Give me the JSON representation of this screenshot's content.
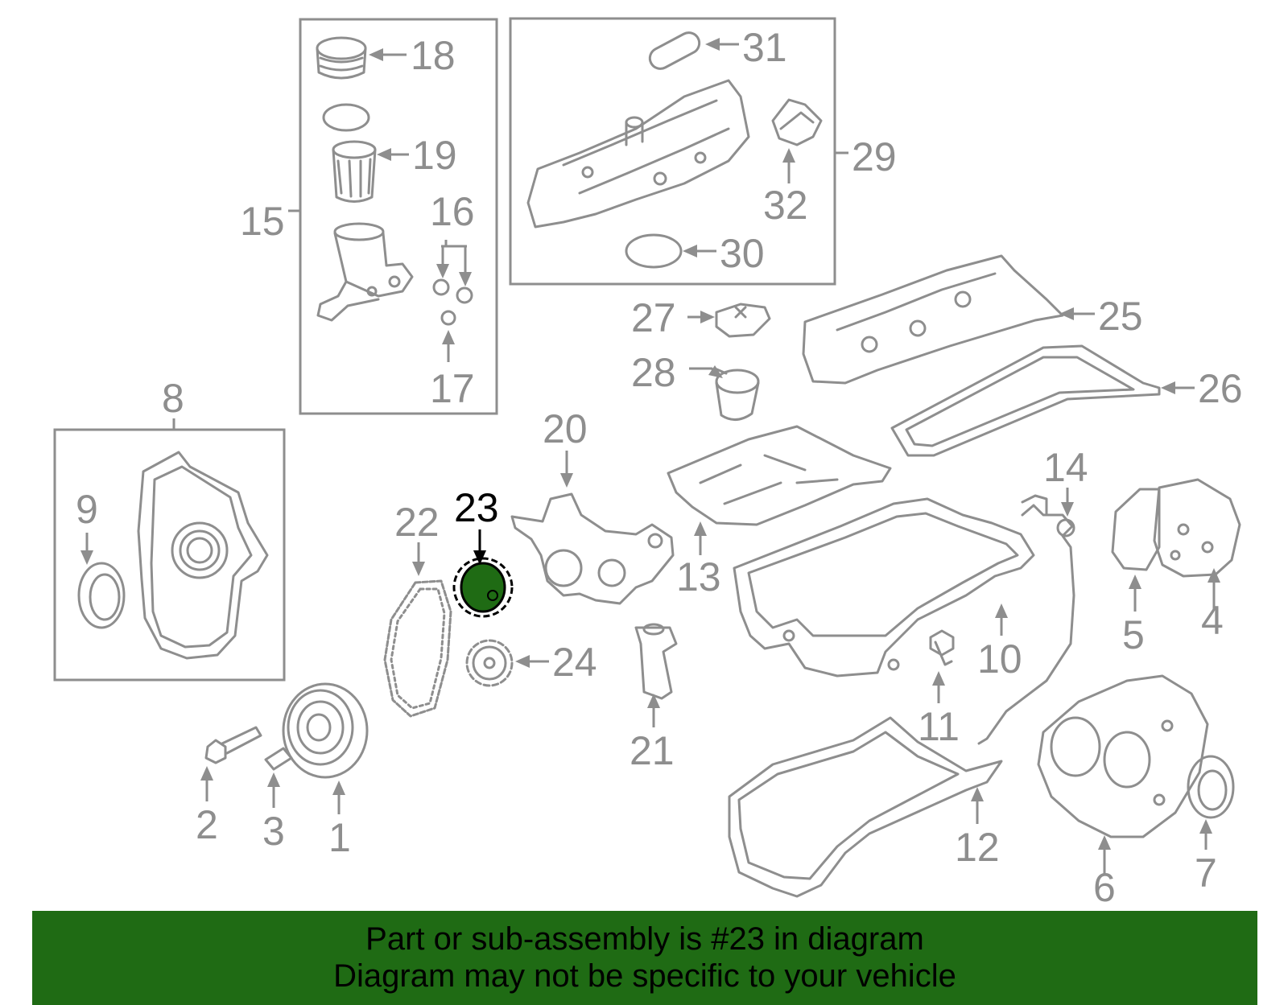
{
  "highlight": {
    "part_number": "23",
    "color": "#1f6b14"
  },
  "callouts": [
    "1",
    "2",
    "3",
    "4",
    "5",
    "6",
    "7",
    "8",
    "9",
    "10",
    "11",
    "12",
    "13",
    "14",
    "15",
    "16",
    "17",
    "18",
    "19",
    "20",
    "21",
    "22",
    "23",
    "24",
    "25",
    "26",
    "27",
    "28",
    "29",
    "30",
    "31",
    "32"
  ],
  "banner": {
    "line1": "Part or sub-assembly is #23 in diagram",
    "line2": "Diagram may not be specific to your vehicle",
    "background": "#1f6b14"
  }
}
